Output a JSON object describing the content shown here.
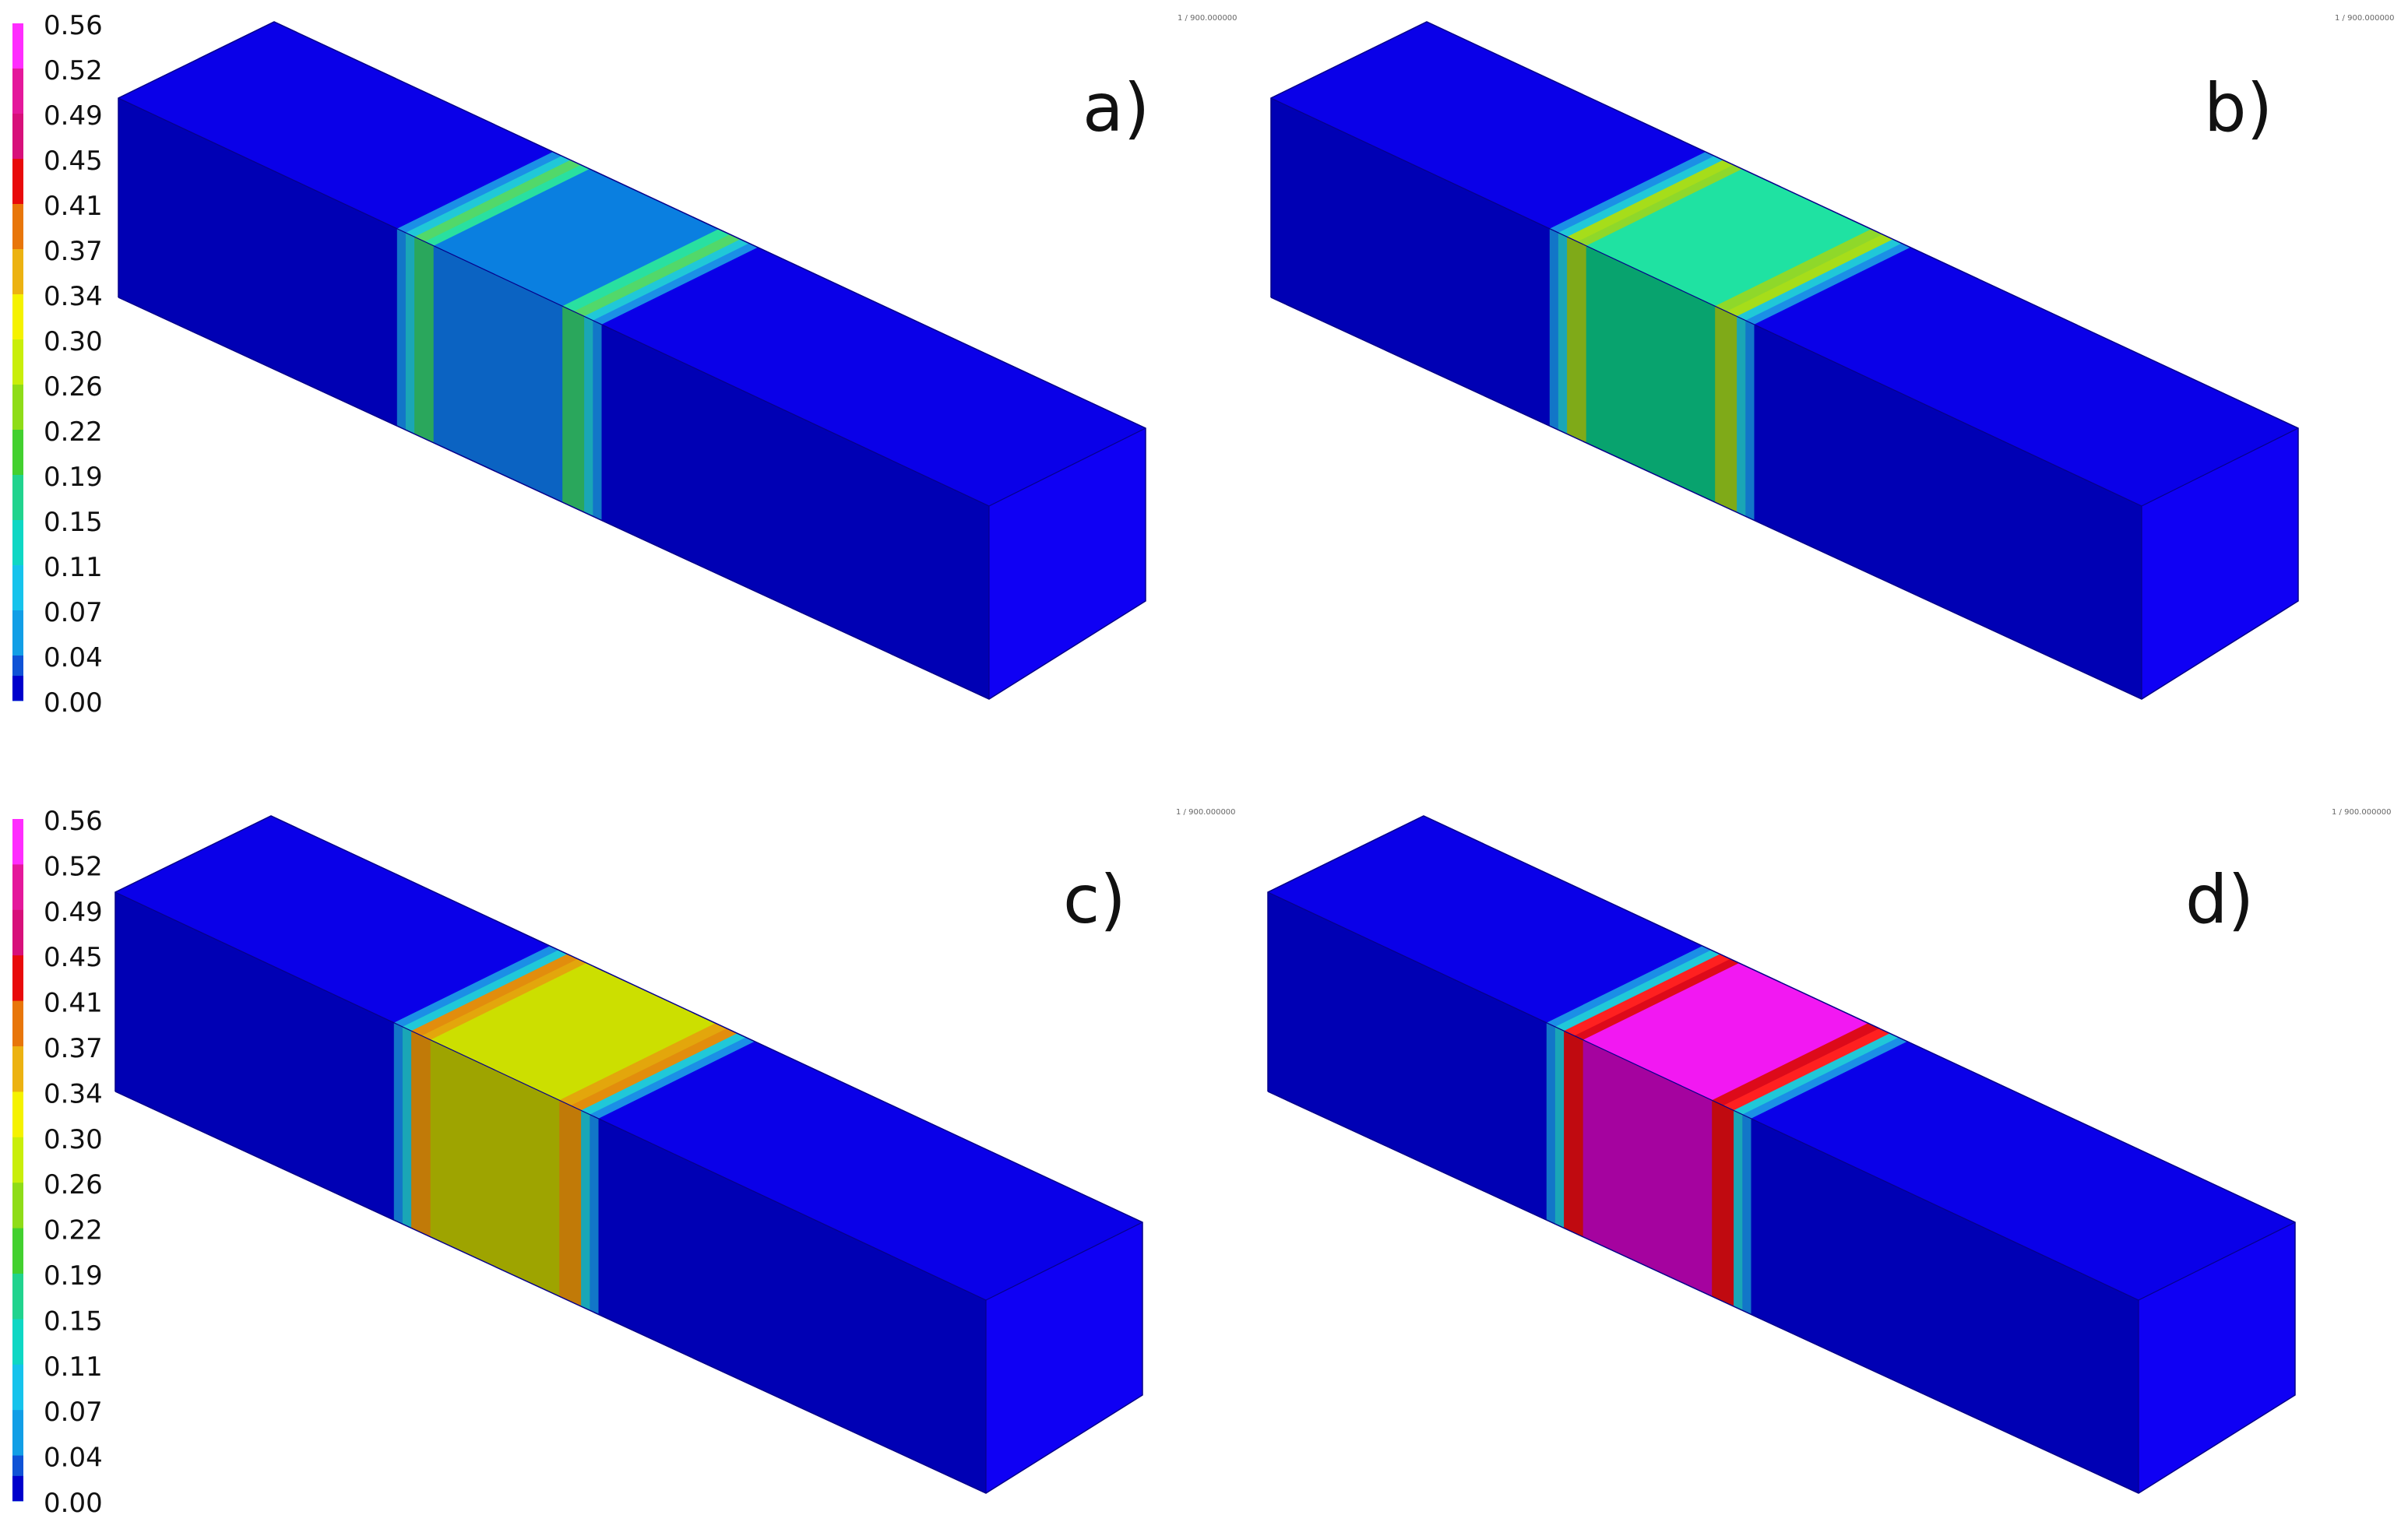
{
  "colorbar": {
    "ticks": [
      "0.56",
      "0.52",
      "0.49",
      "0.45",
      "0.41",
      "0.37",
      "0.34",
      "0.30",
      "0.26",
      "0.22",
      "0.19",
      "0.15",
      "0.11",
      "0.07",
      "0.04",
      "0.00"
    ],
    "colors": [
      "#ff2dff",
      "#e4189b",
      "#d7107a",
      "#e80a0a",
      "#e8760a",
      "#ecb212",
      "#f5f200",
      "#c9ee0a",
      "#8fdc18",
      "#43d02f",
      "#21d38e",
      "#0fd7c4",
      "#16c3ec",
      "#129ee6",
      "#0f52d6",
      "#0000cc"
    ]
  },
  "panels": [
    {
      "label": "a)",
      "header": "1 / 900.000000",
      "center_top": "#0a7fe0",
      "center_front": "#0b63c2",
      "band_top": "#29e0a0",
      "band_front": "#2aa75c",
      "edge_band": "#52d86a"
    },
    {
      "label": "b)",
      "header": "1 / 900.000000",
      "center_top": "#1fe2a2",
      "center_front": "#08a36e",
      "band_top": "#8fd82a",
      "band_front": "#7faa18",
      "edge_band": "#a6dd1a"
    },
    {
      "label": "c)",
      "header": "1 / 900.000000",
      "center_top": "#ccdf00",
      "center_front": "#9ea400",
      "band_top": "#e3a60c",
      "band_front": "#c17a08",
      "edge_band": "#e28d0d"
    },
    {
      "label": "d)",
      "header": "1 / 900.000000",
      "center_top": "#f218f2",
      "center_front": "#a5039f",
      "band_top": "#dd0a1a",
      "band_front": "#c00a10",
      "edge_band": "#ff2020"
    }
  ]
}
